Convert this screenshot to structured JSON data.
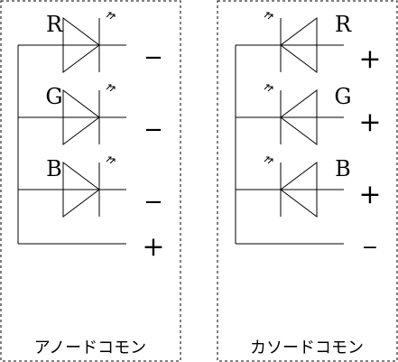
{
  "left_panel": {
    "caption": "アノードコモン",
    "rows": [
      {
        "color_label": "R",
        "polarity": "−"
      },
      {
        "color_label": "G",
        "polarity": "−"
      },
      {
        "color_label": "B",
        "polarity": "−"
      }
    ],
    "common_polarity": "+"
  },
  "right_panel": {
    "caption": "カソードコモン",
    "rows": [
      {
        "color_label": "R",
        "polarity": "+"
      },
      {
        "color_label": "G",
        "polarity": "+"
      },
      {
        "color_label": "B",
        "polarity": "+"
      }
    ],
    "common_polarity": "−"
  },
  "colors": {
    "stroke": "#000000",
    "background": "#ffffff"
  }
}
